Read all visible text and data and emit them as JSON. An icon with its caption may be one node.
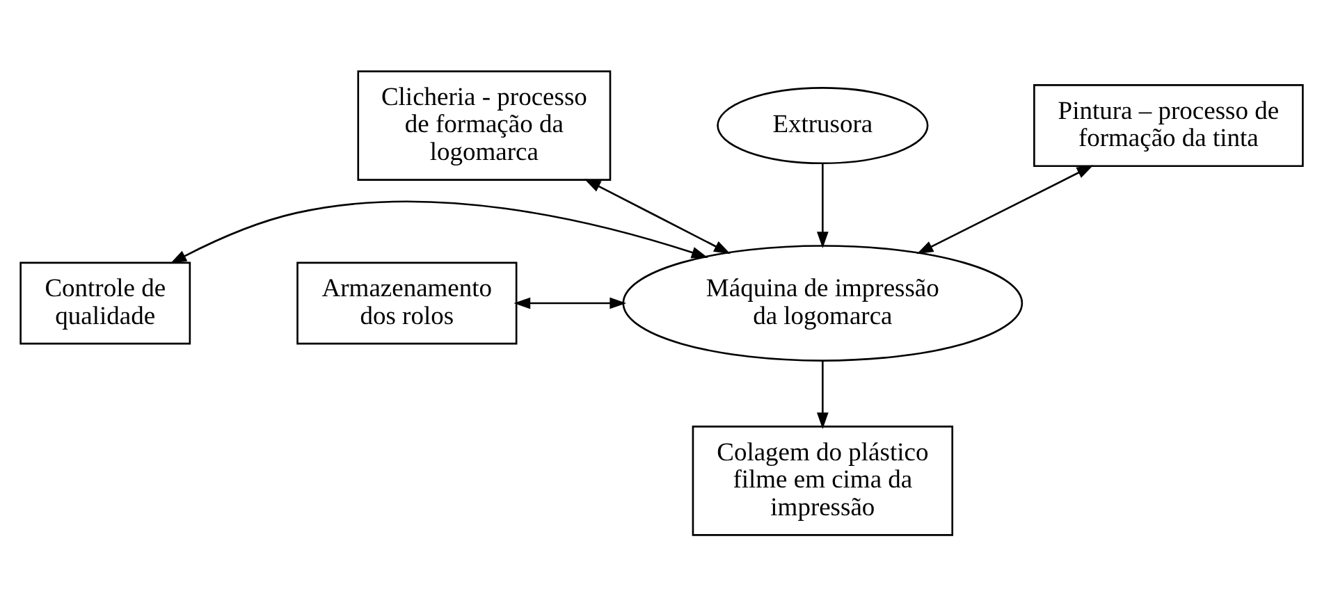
{
  "diagram": {
    "nodes": [
      {
        "text": [
          "Clicheria - processo de formação da logomarca"
        ]
      },
      {
        "text": [
          "Extrusora"
        ]
      },
      {
        "text": [
          "Pintura – processo de formação da tinta"
        ]
      },
      {
        "text": [
          "Controle de qualidade"
        ]
      },
      {
        "text": [
          "Máquina de impressão da logomarca"
        ]
      },
      {
        "text": [
          "Armazenamento dos rolos"
        ]
      },
      {
        "text": [
          "Colagem do plástico filme em cima da impressão"
        ]
      }
    ],
    "edges": [
      {
        "from": 1,
        "to": 4,
        "arrow": "to"
      },
      {
        "from": 0,
        "to": 4,
        "arrow": "both"
      },
      {
        "from": 2,
        "to": 4,
        "arrow": "both"
      },
      {
        "from": 3,
        "to": 4,
        "arrow": "both"
      },
      {
        "from": 5,
        "to": 4,
        "arrow": "both"
      },
      {
        "from": 4,
        "to": 6,
        "arrow": "to"
      }
    ]
  }
}
